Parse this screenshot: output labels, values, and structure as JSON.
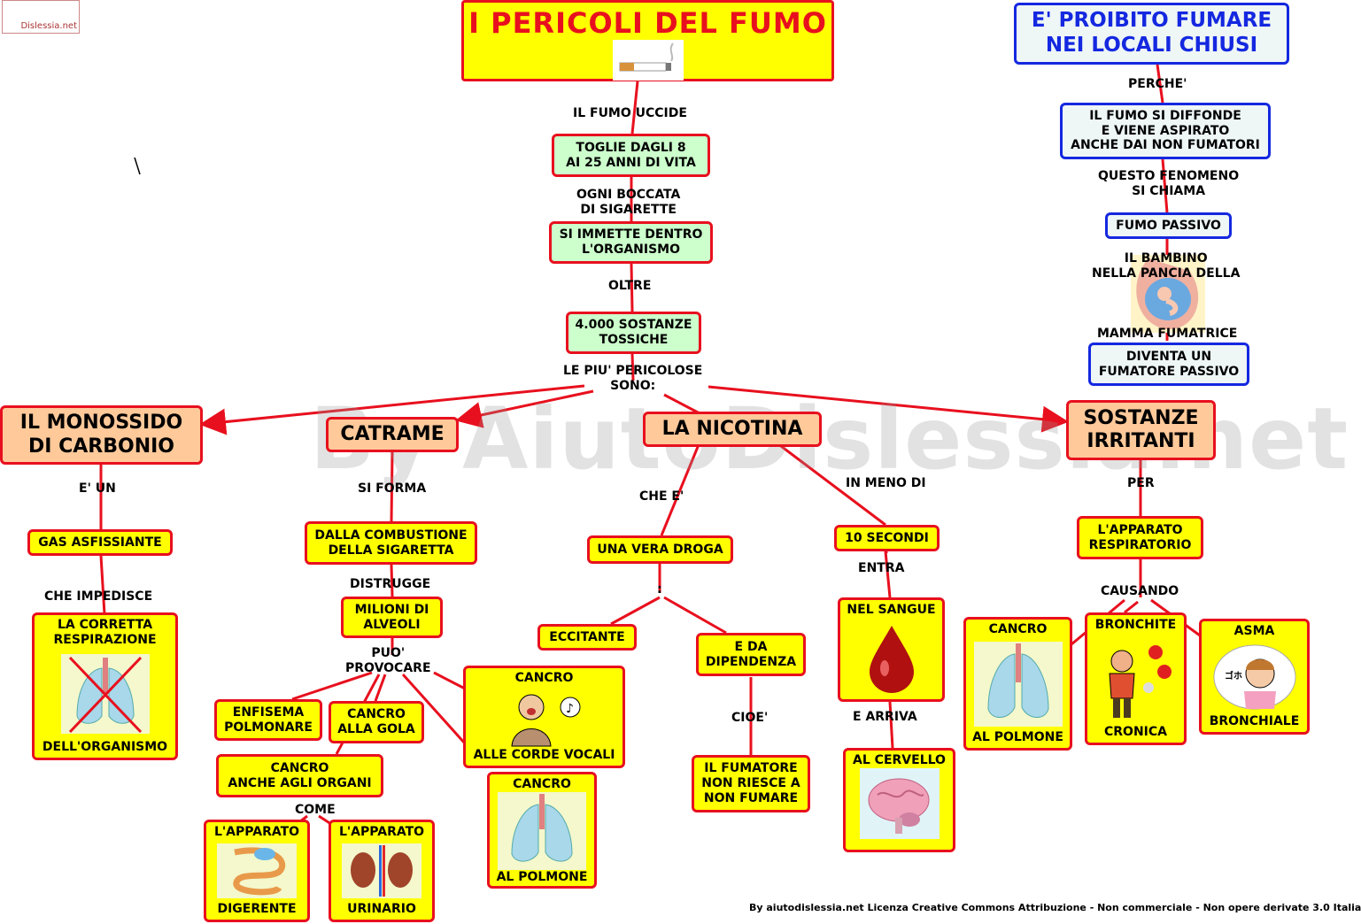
{
  "logo": "Dislessia.net",
  "watermark": "By AiutoDislessia.net",
  "title": "I PERICOLI DEL FUMO",
  "footer": "By aiutodislessia.net Licenza Creative Commons Attribuzione - Non commerciale - Non opere derivate 3.0 Italia",
  "center": {
    "l1": "IL FUMO UCCIDE",
    "n1": "TOGLIE DAGLI 8\nAI 25 ANNI DI VITA",
    "l2": "OGNI BOCCATA\nDI SIGARETTE",
    "n2": "SI IMMETTE DENTRO\nL'ORGANISMO",
    "l3": "OLTRE",
    "n3": "4.000 SOSTANZE\nTOSSICHE",
    "l4": "LE PIU' PERICOLOSE\nSONO:"
  },
  "monossido": {
    "head": "IL MONOSSIDO\nDI CARBONIO",
    "l1": "E' UN",
    "n1": "GAS ASFISSIANTE",
    "l2": "CHE IMPEDISCE",
    "n2_top": "LA CORRETTA\nRESPIRAZIONE",
    "n2_bottom": "DELL'ORGANISMO"
  },
  "catrame": {
    "head": "CATRAME",
    "l1": "SI FORMA",
    "n1": "DALLA COMBUSTIONE\nDELLA SIGARETTA",
    "l2": "DISTRUGGE",
    "n2": "MILIONI DI\nALVEOLI",
    "l3": "PUO'\nPROVOCARE",
    "enfisema": "ENFISEMA\nPOLMONARE",
    "gola": "CANCRO\nALLA GOLA",
    "organi": "CANCRO\nANCHE AGLI ORGANI",
    "l4": "COME",
    "digerente_top": "L'APPARATO",
    "digerente_bottom": "DIGERENTE",
    "urinario_top": "L'APPARATO",
    "urinario_bottom": "URINARIO",
    "corde_top": "CANCRO",
    "corde_bottom": "ALLE CORDE VOCALI",
    "polmone_top": "CANCRO",
    "polmone_bottom": "AL POLMONE"
  },
  "nicotina": {
    "head": "LA NICOTINA",
    "l1": "CHE E'",
    "n1": "UNA VERA DROGA",
    "l1b": ":",
    "eccitante": "ECCITANTE",
    "dipendenza": "E DA\nDIPENDENZA",
    "l2": "CIOE'",
    "fumatore": "IL FUMATORE\nNON RIESCE A\nNON FUMARE",
    "l3": "IN MENO DI",
    "secondi": "10 SECONDI",
    "l4": "ENTRA",
    "sangue": "NEL SANGUE",
    "l5": "E ARRIVA",
    "cervello": "AL CERVELLO"
  },
  "irritanti": {
    "head": "SOSTANZE\nIRRITANTI",
    "l1": "PER",
    "n1": "L'APPARATO\nRESPIRATORIO",
    "l2": "CAUSANDO",
    "cancro_top": "CANCRO",
    "cancro_bottom": "AL POLMONE",
    "bronchite_top": "BRONCHITE",
    "bronchite_bottom": "CRONICA",
    "asma_top": "ASMA",
    "asma_bottom": "BRONCHIALE"
  },
  "passivo": {
    "head": "E' PROIBITO FUMARE\nNEI LOCALI CHIUSI",
    "l1": "PERCHE'",
    "n1": "IL FUMO SI DIFFONDE\nE VIENE ASPIRATO\nANCHE DAI NON FUMATORI",
    "l2": "QUESTO FENOMENO\nSI CHIAMA",
    "n2": "FUMO PASSIVO",
    "l3": "IL BAMBINO\nNELLA PANCIA DELLA",
    "l4": "MAMMA FUMATRICE",
    "n3": "DIVENTA UN\nFUMATORE PASSIVO"
  },
  "colors": {
    "red_border": "#e8101e",
    "blue_border": "#1428e0",
    "yellow": "#ffff00",
    "green": "#ccffcc",
    "orange": "#ffc99a"
  }
}
